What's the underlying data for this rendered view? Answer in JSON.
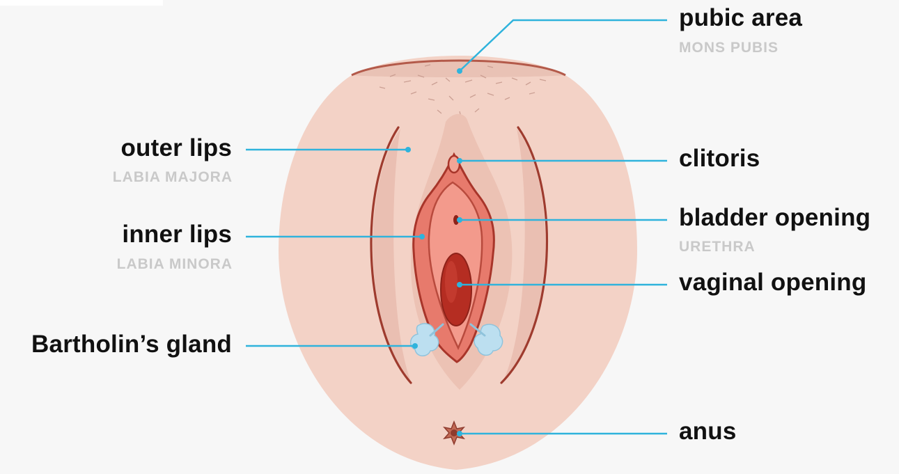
{
  "labels": {
    "pubic_area": {
      "name": "pubic area",
      "term": "MONS PUBIS"
    },
    "clitoris": {
      "name": "clitoris"
    },
    "bladder_opening": {
      "name": "bladder opening",
      "term": "URETHRA"
    },
    "vaginal_opening": {
      "name": "vaginal opening"
    },
    "anus": {
      "name": "anus"
    },
    "outer_lips": {
      "name": "outer lips",
      "term": "LABIA MAJORA"
    },
    "inner_lips": {
      "name": "inner lips",
      "term": "LABIA MINORA"
    },
    "bartholins_gland": {
      "name": "Bartholin’s gland"
    }
  },
  "colors": {
    "leader_line": "#2fb3dc",
    "skin": "#f3d2c6",
    "skin_shadow": "#eabfb2",
    "outline": "#a94a3c",
    "inner_lips": "#e77a6c",
    "vestibule": "#f39a8c",
    "vaginal_opening": "#b52d22",
    "gland": "#bcdff0",
    "label_text": "#111111",
    "term_text": "#c9c9c9"
  }
}
